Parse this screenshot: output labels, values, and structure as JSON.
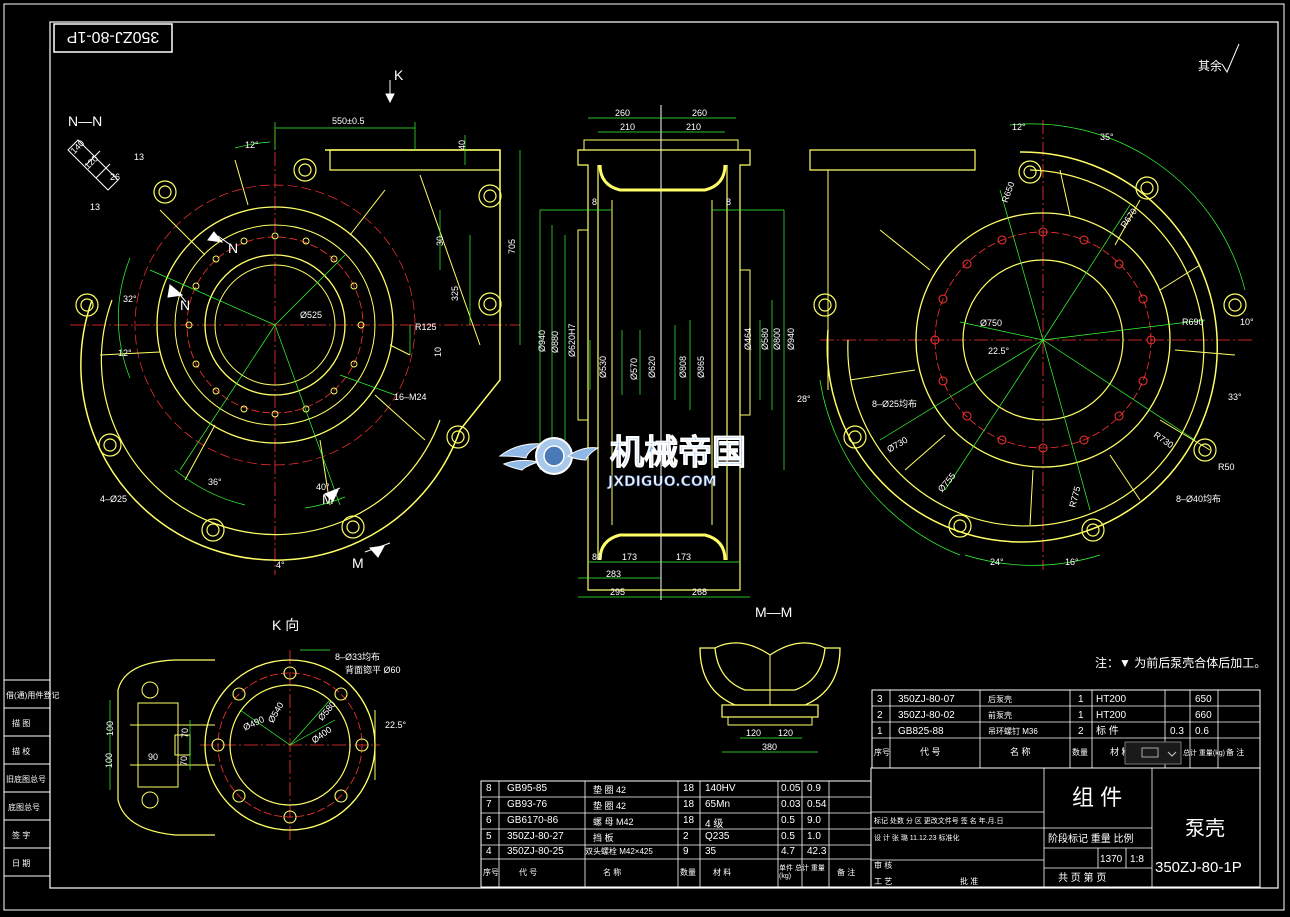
{
  "drawing_code_box": "350ZJ-80-1P",
  "roughness_note": "其余",
  "views": {
    "nn_section": "N—N",
    "k_arrow": "K",
    "n_marks": [
      "N",
      "N"
    ],
    "m_marks": [
      "M",
      "M"
    ],
    "k_view": "K 向",
    "mm_section": "M—M"
  },
  "dims_left": {
    "d550": "550±0.5",
    "a12": "12°",
    "d40": "40",
    "d30": "30",
    "d705": "705",
    "d325": "325",
    "a32": "32°",
    "a12b": "12°",
    "d525": "Ø525",
    "r125": "R125",
    "d10": "10",
    "m24": "16–M24",
    "a36": "36°",
    "a40": "40°",
    "a4": "4°",
    "holes": "4–Ø25",
    "nn1": "140",
    "nn2": "120",
    "nn3": "13",
    "nn4": "13",
    "nn5": "26"
  },
  "dims_center": {
    "top260a": "260",
    "top260b": "260",
    "top210a": "210",
    "top210b": "210",
    "d8a": "8",
    "d8b": "8",
    "d940a": "Ø940",
    "d880": "Ø880",
    "d620h": "Ø620H7",
    "d530": "Ø530",
    "d570": "Ø570",
    "d620": "Ø620",
    "d808": "Ø808",
    "d865": "Ø865",
    "d464": "Ø464",
    "d580": "Ø580",
    "d800": "Ø800",
    "d940b": "Ø940",
    "b80": "80",
    "b173a": "173",
    "b173b": "173",
    "b283": "283",
    "b295": "295",
    "b268": "268"
  },
  "dims_right": {
    "a12": "12°",
    "a35": "35°",
    "r650": "R650",
    "r670": "R670",
    "d750": "Ø750",
    "r690": "R690",
    "a10": "10°",
    "a225": "22.5°",
    "a28": "28°",
    "holes825": "8–Ø25均布",
    "d730": "Ø730",
    "r730": "R730",
    "a33": "33°",
    "r50": "R50",
    "d755": "Ø755",
    "r775": "R775",
    "holes840": "8–Ø40均布",
    "a24": "24°",
    "a16": "16°"
  },
  "dims_k": {
    "holes": "8–Ø33均布",
    "back": "背面锪平 Ø60",
    "d490": "Ø490",
    "d540": "Ø540",
    "d400": "Ø400",
    "d580": "Ø580",
    "a225": "22.5°",
    "v100a": "100",
    "v100b": "100",
    "v90": "90",
    "v70a": "70",
    "v70b": "70"
  },
  "dims_mm": {
    "d120a": "120",
    "d120b": "120",
    "d380": "380"
  },
  "note": "注：▼ 为前后泵壳合体后加工。",
  "side_labels": [
    "借(通)用件登记",
    "描 图",
    "描 校",
    "旧底图总号",
    "底图总号",
    "签 字",
    "日 期"
  ],
  "bom_upper": {
    "rows": [
      {
        "no": "3",
        "code": "350ZJ-80-07",
        "name": "后泵壳",
        "qty": "1",
        "mat": "HT200",
        "unit": "",
        "total": "650"
      },
      {
        "no": "2",
        "code": "350ZJ-80-02",
        "name": "前泵壳",
        "qty": "1",
        "mat": "HT200",
        "unit": "",
        "total": "660"
      },
      {
        "no": "1",
        "code": "GB825-88",
        "name": "吊环螺钉 M36",
        "qty": "2",
        "mat": "标 件",
        "unit": "0.3",
        "total": "0.6"
      }
    ],
    "header": {
      "no": "序号",
      "code": "代 号",
      "name": "名 称",
      "qty": "数量",
      "mat": "材 料",
      "wt": "单件 总计 重量(kg)",
      "note": "备 注"
    }
  },
  "bom_lower": {
    "rows": [
      {
        "no": "8",
        "code": "GB95-85",
        "name": "垫 圈 42",
        "qty": "18",
        "mat": "140HV",
        "unit": "0.05",
        "total": "0.9"
      },
      {
        "no": "7",
        "code": "GB93-76",
        "name": "垫 圈 42",
        "qty": "18",
        "mat": "65Mn",
        "unit": "0.03",
        "total": "0.54"
      },
      {
        "no": "6",
        "code": "GB6170-86",
        "name": "螺 母 M42",
        "qty": "18",
        "mat": "4 级",
        "unit": "0.5",
        "total": "9.0"
      },
      {
        "no": "5",
        "code": "350ZJ-80-27",
        "name": "挡 板",
        "qty": "2",
        "mat": "Q235",
        "unit": "0.5",
        "total": "1.0"
      },
      {
        "no": "4",
        "code": "350ZJ-80-25",
        "name": "双头螺栓 M42×425",
        "qty": "9",
        "mat": "35",
        "unit": "4.7",
        "total": "42.3"
      }
    ],
    "header": {
      "no": "序号",
      "code": "代 号",
      "name": "名 称",
      "qty": "数量",
      "mat": "材 料",
      "wt": "单件 总计 重量(kg)",
      "note": "备 注"
    }
  },
  "title_block": {
    "assembly": "组 件",
    "part_name": "泵壳",
    "drawing_no": "350ZJ-80-1P",
    "stage_header": "阶段标记 重量 比例",
    "weight": "1370",
    "scale": "1:8",
    "sheets": "共  页 第  页",
    "rev_row": "标记 处数 分 区 更改文件号 签 名 年.月.日",
    "design_row": "设 计 张 璐 11.12.23 标准化",
    "check": "审 核",
    "process": "工 艺",
    "approve": "批 准"
  },
  "watermark": {
    "brand": "机械帝国",
    "url": "JXDIGUO.COM"
  },
  "colors": {
    "bg": "#000000",
    "line": "#ffffff",
    "part": "#ffff66",
    "dim": "#33ff33",
    "center": "#ff3333"
  }
}
